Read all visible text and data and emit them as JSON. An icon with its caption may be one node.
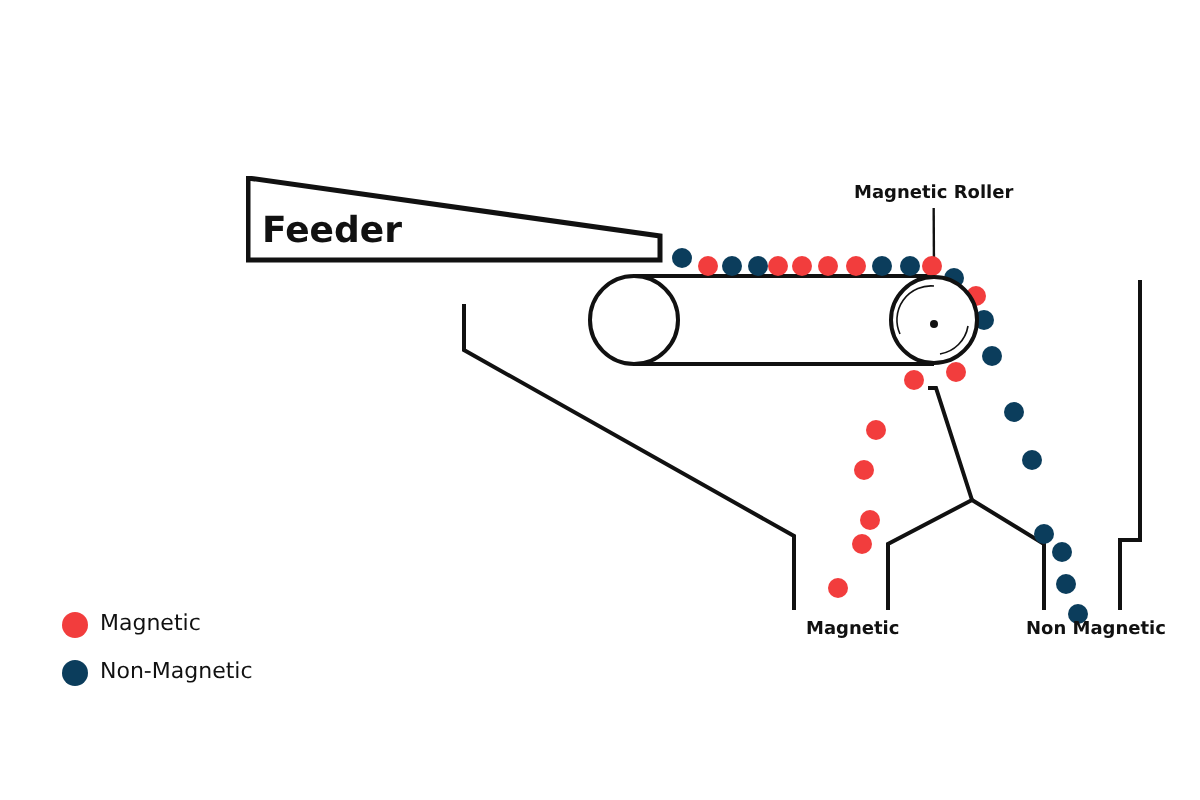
{
  "diagram": {
    "nodes": [
      {
        "text": [
          "Feeder"
        ]
      },
      {
        "text": [
          "Magnetic Roller"
        ]
      },
      {
        "text": [],
        "shape": "circle"
      }
    ],
    "edges": [
      {
        "from": 1,
        "to": 2,
        "arrow": "none"
      }
    ],
    "labels": [
      "Magnetic",
      "Non Magnetic"
    ],
    "legend": [
      {
        "text": "Magnetic",
        "color": "#f23d3d"
      },
      {
        "text": "Non-Magnetic",
        "color": "#0b3d5c"
      }
    ]
  }
}
